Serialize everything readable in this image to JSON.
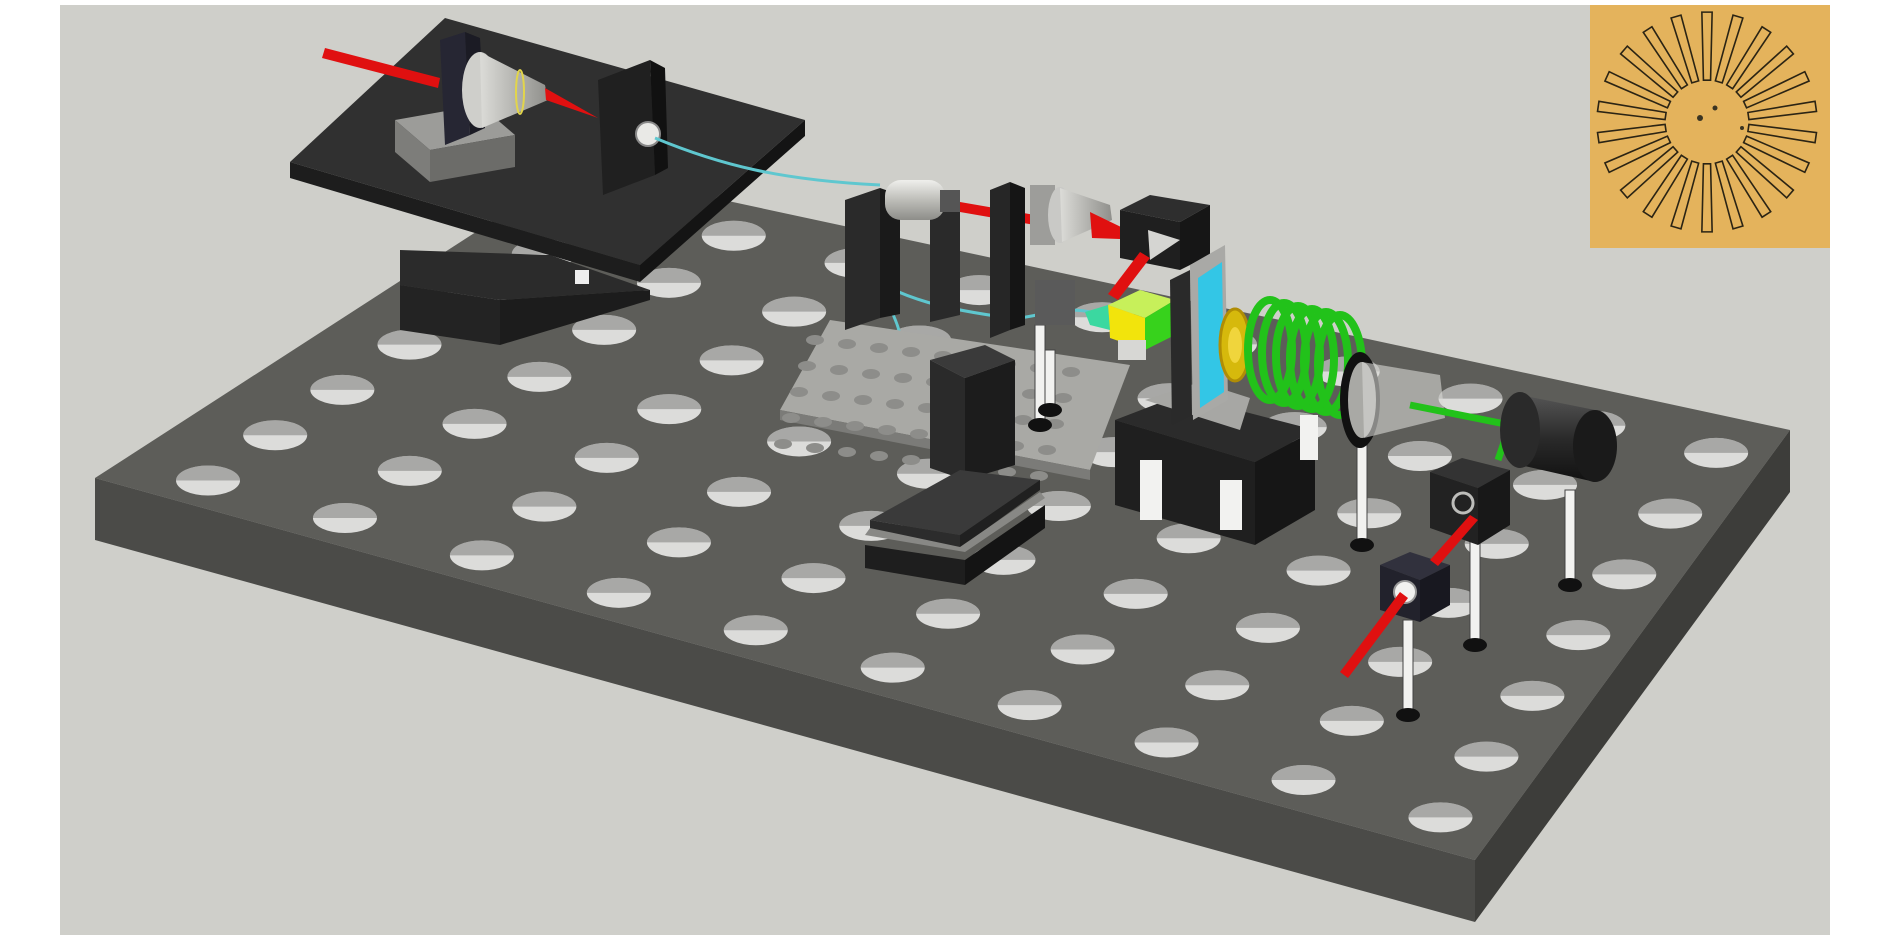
{
  "figure": {
    "kind": "3d-optical-bench-illustration",
    "background_color": "#cfcfca",
    "inset": {
      "kind": "microscope-image",
      "description_id": "radial-comb-microstructure",
      "background_color": "#e4b35c"
    },
    "colors": {
      "breadboard_top": "#5d5d59",
      "breadboard_front": "#4a4a47",
      "breadboard_side": "#3e3e3b",
      "plate": "#2f2f2f",
      "metal": "#b9b9b5",
      "red_beam": "#e01010",
      "green_beam": "#22c21a",
      "cyan_fiber": "#5fc7cf",
      "yellow_crystal": "#f2e40c",
      "green_crystal": "#37d21c",
      "cyan_filter": "#33c6e6",
      "yellow_grating": "#d6b90c"
    }
  }
}
